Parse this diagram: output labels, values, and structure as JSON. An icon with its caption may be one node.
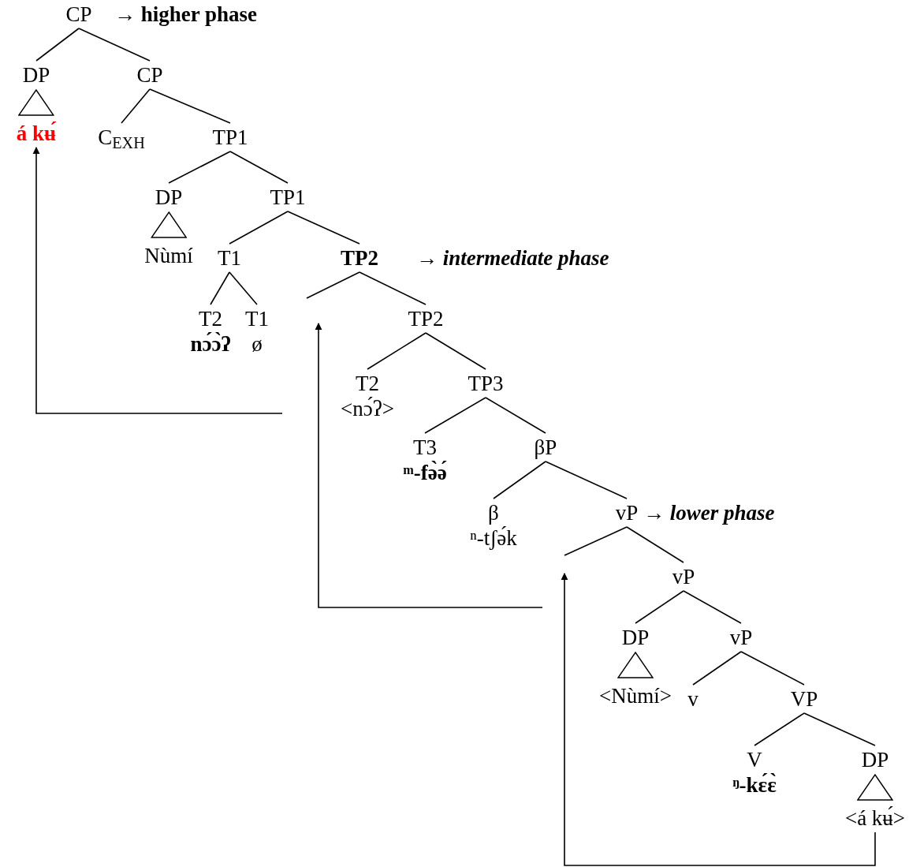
{
  "diagram": {
    "nodes": [
      {
        "text": [
          "CP"
        ],
        "beside": [
          "→ higher phase"
        ]
      },
      {
        "text": [
          "DP",
          "á kʉ́"
        ]
      },
      {
        "text": [
          "CP"
        ]
      },
      {
        "text": [
          "C$_{EXH}$"
        ]
      },
      {
        "text": [
          "TP1"
        ]
      },
      {
        "text": [
          "DP",
          "Nùmí"
        ]
      },
      {
        "text": [
          "TP1"
        ]
      },
      {
        "text": [
          "T1"
        ]
      },
      {
        "text": [
          "TP2"
        ],
        "beside": [
          "→ *intermediate phase*"
        ]
      },
      {
        "text": [
          "T2",
          "nɔ́ɔ̀ʔ"
        ]
      },
      {
        "text": [
          "T1",
          "ø"
        ]
      },
      {
        "text": [
          "TP2"
        ]
      },
      {
        "text": [
          "T2",
          "<nɔ́ʔ>"
        ]
      },
      {
        "text": [
          "TP3"
        ]
      },
      {
        "text": [
          "T3",
          "ᵐ-fə̀ə́"
        ]
      },
      {
        "text": [
          "βP"
        ]
      },
      {
        "text": [
          "β",
          "ⁿ-tʃə́k"
        ]
      },
      {
        "text": [
          "vP"
        ],
        "beside": [
          "→ *lower phase*"
        ]
      },
      {
        "text": [
          "vP"
        ]
      },
      {
        "text": [
          "DP",
          "<Nùmí>"
        ]
      },
      {
        "text": [
          "vP"
        ]
      },
      {
        "text": [
          "v"
        ]
      },
      {
        "text": [
          "VP"
        ]
      },
      {
        "text": [
          "V",
          "ᵑ-kɛ́ɛ̀"
        ]
      },
      {
        "text": [
          "DP",
          "<á kʉ́>"
        ]
      }
    ],
    "edges": [
      {
        "from": 0,
        "to": 1,
        "arrow": "none"
      },
      {
        "from": 0,
        "to": 2,
        "arrow": "none"
      },
      {
        "from": 2,
        "to": 3,
        "arrow": "none"
      },
      {
        "from": 2,
        "to": 4,
        "arrow": "none"
      },
      {
        "from": 4,
        "to": 5,
        "arrow": "none"
      },
      {
        "from": 4,
        "to": 6,
        "arrow": "none"
      },
      {
        "from": 6,
        "to": 7,
        "arrow": "none"
      },
      {
        "from": 6,
        "to": 8,
        "arrow": "none"
      },
      {
        "from": 7,
        "to": 9,
        "arrow": "none"
      },
      {
        "from": 7,
        "to": 10,
        "arrow": "none"
      },
      {
        "from": 8,
        "to": null,
        "arrow": "none"
      },
      {
        "from": 8,
        "to": 11,
        "arrow": "none"
      },
      {
        "from": 11,
        "to": 12,
        "arrow": "none"
      },
      {
        "from": 11,
        "to": 13,
        "arrow": "none"
      },
      {
        "from": 13,
        "to": 14,
        "arrow": "none"
      },
      {
        "from": 13,
        "to": 15,
        "arrow": "none"
      },
      {
        "from": 15,
        "to": 16,
        "arrow": "none"
      },
      {
        "from": 15,
        "to": 17,
        "arrow": "none"
      },
      {
        "from": 17,
        "to": null,
        "arrow": "none"
      },
      {
        "from": 17,
        "to": 18,
        "arrow": "none"
      },
      {
        "from": 18,
        "to": 19,
        "arrow": "none"
      },
      {
        "from": 18,
        "to": 20,
        "arrow": "none"
      },
      {
        "from": 20,
        "to": 21,
        "arrow": "none"
      },
      {
        "from": 20,
        "to": 22,
        "arrow": "none"
      },
      {
        "from": 22,
        "to": 23,
        "arrow": "none"
      },
      {
        "from": 22,
        "to": 24,
        "arrow": "none"
      },
      {
        "from": 24,
        "to": null,
        "arrow": "to"
      },
      {
        "from": null,
        "to": 8,
        "arrow": "to"
      },
      {
        "from": null,
        "to": 1,
        "arrow": "to"
      }
    ]
  }
}
